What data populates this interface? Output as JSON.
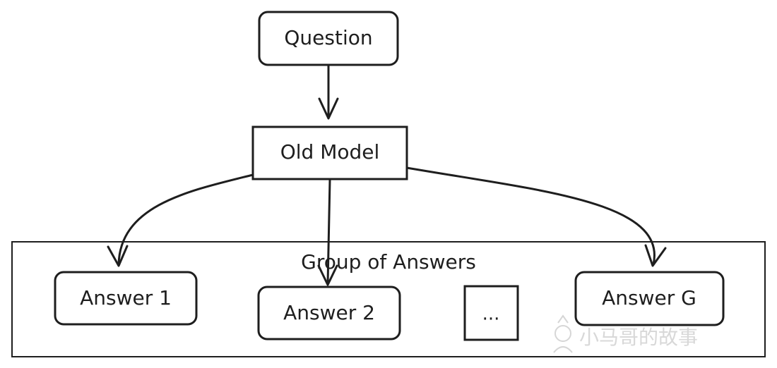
{
  "nodes": {
    "question": "Question",
    "old_model": "Old Model",
    "answer_1": "Answer 1",
    "answer_2": "Answer 2",
    "ellipsis": "...",
    "answer_g": "Answer G"
  },
  "group": {
    "label": "Group of Answers"
  },
  "watermark": {
    "text": "小马哥的故事"
  }
}
